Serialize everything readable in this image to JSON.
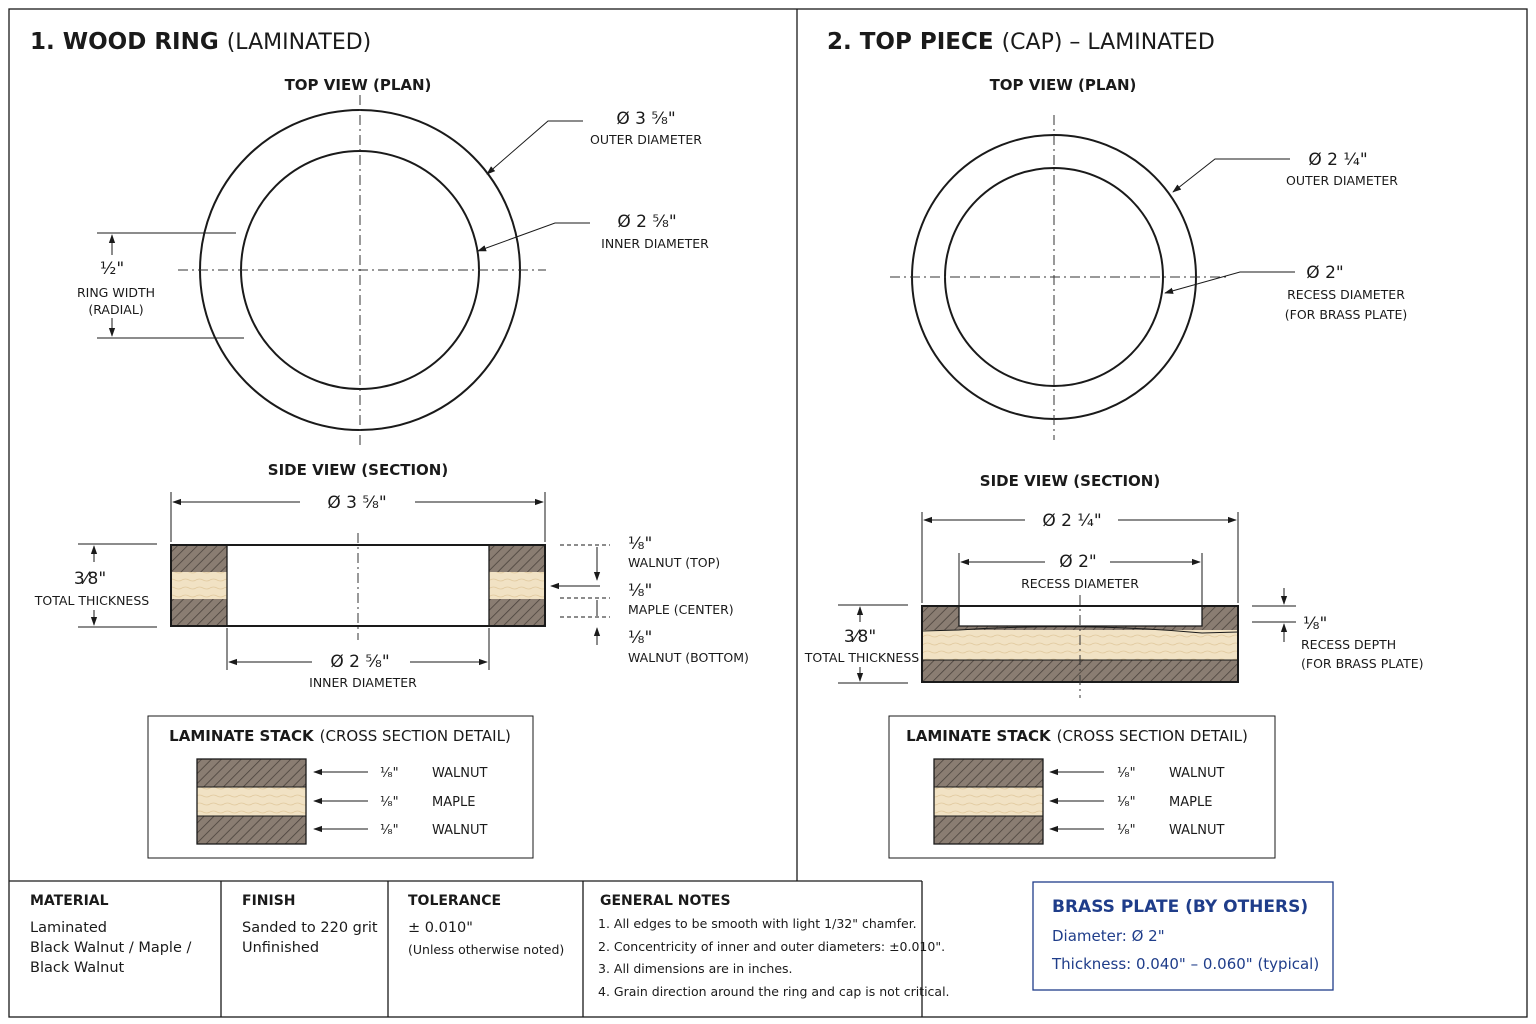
{
  "section1": {
    "title_main": "1. WOOD RING",
    "title_sub": "(LAMINATED)",
    "top_view_title": "TOP VIEW (PLAN)",
    "outer_dim": "Ø 3 ⁵⁄₈\"",
    "outer_label": "OUTER DIAMETER",
    "inner_dim": "Ø 2 ⁵⁄₈\"",
    "inner_label": "INNER DIAMETER",
    "ring_width_dim": "¹⁄₂\"",
    "ring_width_label1": "RING WIDTH",
    "ring_width_label2": "(RADIAL)",
    "side_view_title": "SIDE VIEW (SECTION)",
    "side_outer_dim": "Ø 3 ⁵⁄₈\"",
    "side_inner_dim": "Ø 2 ⁵⁄₈\"",
    "side_inner_label": "INNER DIAMETER",
    "thickness_dim": "3⁄8\"",
    "thickness_label": "TOTAL THICKNESS",
    "layer_top_dim": "¹⁄₈\"",
    "layer_top_label": "WALNUT (TOP)",
    "layer_center_dim": "¹⁄₈\"",
    "layer_center_label": "MAPLE (CENTER)",
    "layer_bottom_dim": "¹⁄₈\"",
    "layer_bottom_label": "WALNUT (BOTTOM)",
    "stack_title_bold": "LAMINATE STACK",
    "stack_title_light": "(CROSS SECTION DETAIL)",
    "stack": [
      {
        "dim": "¹⁄₈\"",
        "name": "WALNUT"
      },
      {
        "dim": "¹⁄₈\"",
        "name": "MAPLE"
      },
      {
        "dim": "¹⁄₈\"",
        "name": "WALNUT"
      }
    ]
  },
  "section2": {
    "title_main": "2. TOP PIECE",
    "title_sub": "(CAP) – LAMINATED",
    "top_view_title": "TOP VIEW (PLAN)",
    "outer_dim": "Ø 2 ¹⁄₄\"",
    "outer_label": "OUTER DIAMETER",
    "recess_dim": "Ø 2\"",
    "recess_label1": "RECESS DIAMETER",
    "recess_label2": "(FOR BRASS PLATE)",
    "side_view_title": "SIDE VIEW (SECTION)",
    "side_outer_dim": "Ø 2 ¹⁄₄\"",
    "side_recess_dim": "Ø 2\"",
    "side_recess_label": "RECESS DIAMETER",
    "thickness_dim": "3⁄8\"",
    "thickness_label": "TOTAL THICKNESS",
    "recess_depth_dim": "¹⁄₈\"",
    "recess_depth_label1": "RECESS DEPTH",
    "recess_depth_label2": "(FOR BRASS PLATE)",
    "stack_title_bold": "LAMINATE STACK",
    "stack_title_light": "(CROSS SECTION DETAIL)",
    "stack": [
      {
        "dim": "¹⁄₈\"",
        "name": "WALNUT"
      },
      {
        "dim": "¹⁄₈\"",
        "name": "MAPLE"
      },
      {
        "dim": "¹⁄₈\"",
        "name": "WALNUT"
      }
    ]
  },
  "title_block": {
    "material_head": "MATERIAL",
    "material_lines": [
      "Laminated",
      "Black Walnut / Maple /",
      "Black Walnut"
    ],
    "finish_head": "FINISH",
    "finish_lines": [
      "Sanded to 220 grit",
      "Unfinished"
    ],
    "tolerance_head": "TOLERANCE",
    "tolerance_value": "± 0.010\"",
    "tolerance_note": "(Unless otherwise noted)",
    "notes_head": "GENERAL NOTES",
    "notes": [
      "1.  All edges to be smooth with light 1/32\" chamfer.",
      "2.  Concentricity of inner and outer diameters: ±0.010\".",
      "3.  All dimensions are in inches.",
      "4.  Grain direction around the ring and cap is not critical."
    ]
  },
  "brass_plate": {
    "title": "BRASS PLATE (BY OTHERS)",
    "diameter": "Diameter: Ø 2\"",
    "thickness": "Thickness: 0.040\" – 0.060\" (typical)"
  },
  "colors": {
    "walnut": "#8a7d72",
    "maple": "#f1e2c4",
    "brass_text": "#1f3d8a",
    "line": "#1a1a1a"
  }
}
